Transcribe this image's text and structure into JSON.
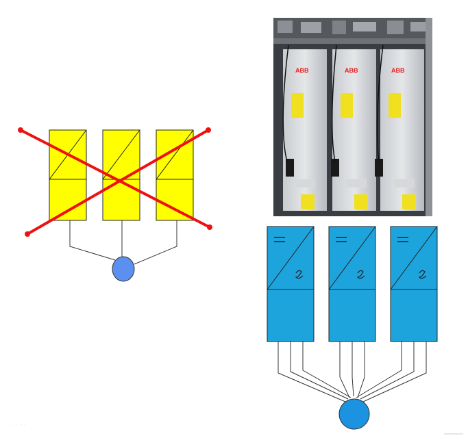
{
  "photo": {
    "brand_labels": [
      "ABB",
      "ABB",
      "ABB"
    ]
  },
  "colors": {
    "background": "#ffffff",
    "crossed_module_fill": "#ffff00",
    "cross_color": "#ee1111",
    "module_fill": "#1ea4dc",
    "motor_fill": "#5b8ff0",
    "motor_fill_right": "#1c93e0",
    "line_color": "#333333"
  },
  "left_diagram": {
    "module_count": 3,
    "crossed_out": true
  },
  "right_diagram": {
    "module_count": 3,
    "wires_per_module": 3
  }
}
